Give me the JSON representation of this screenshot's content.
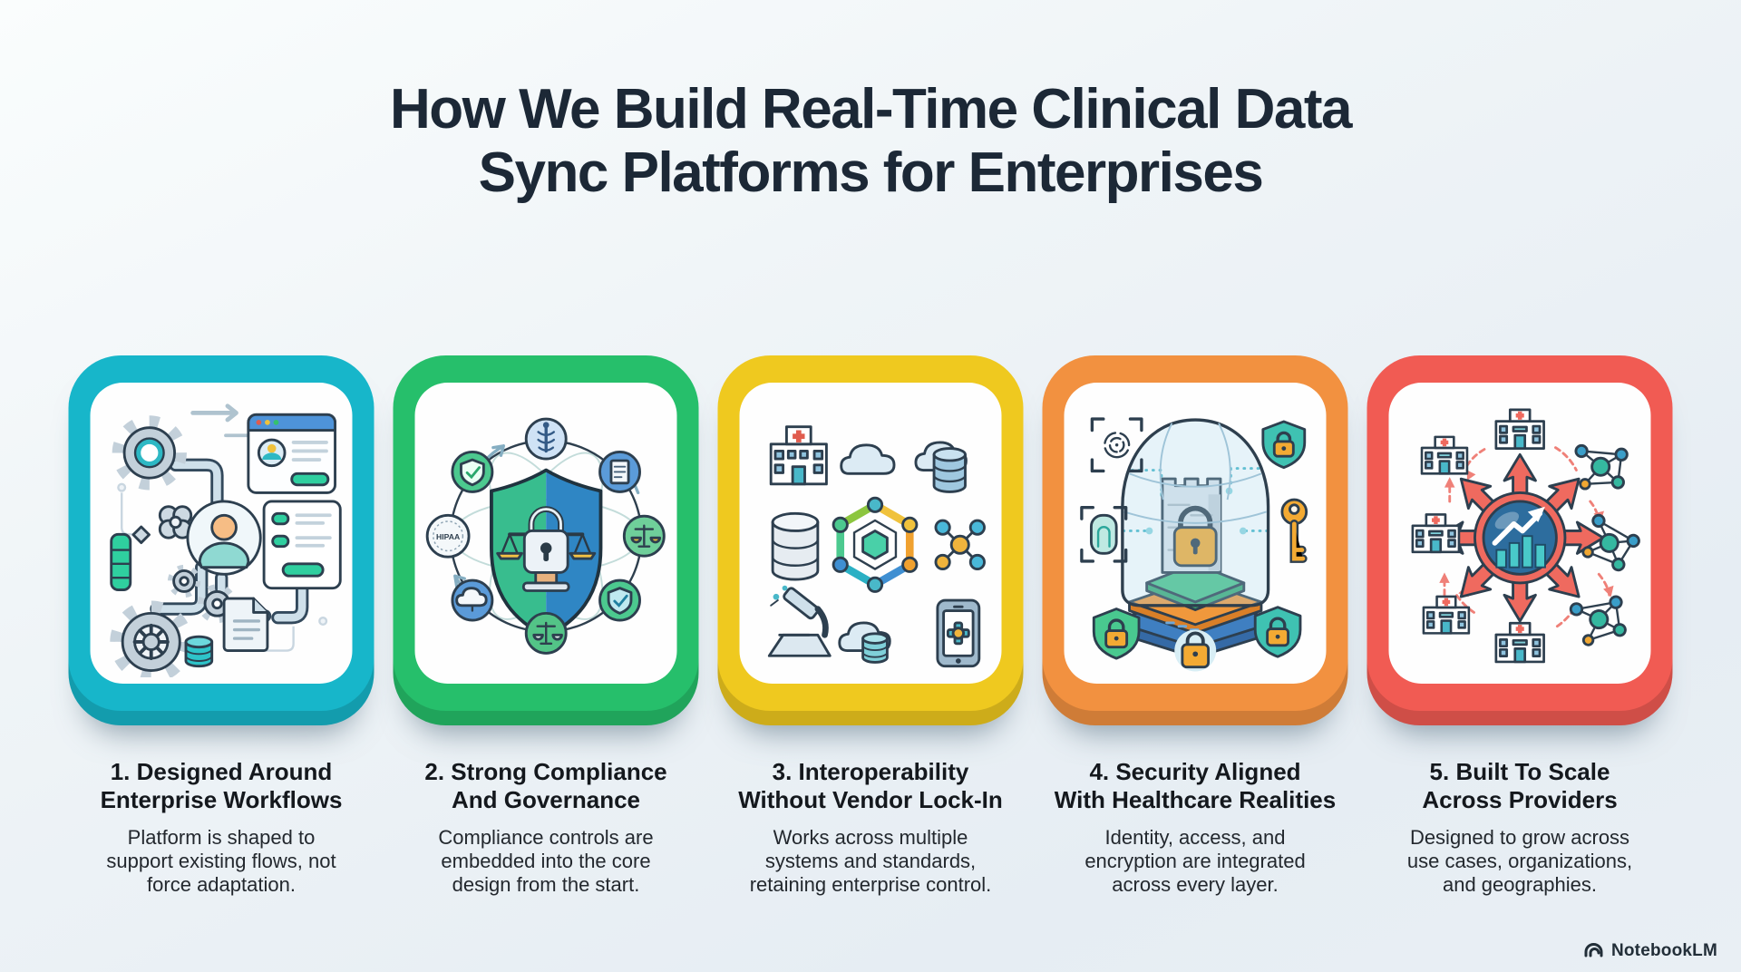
{
  "title": {
    "lines": [
      "How We Build Real-Time Clinical Data",
      "Sync Platforms for Enterprises"
    ]
  },
  "watermark": {
    "label": "NotebookLM",
    "icon": "notebooklm-logo-icon"
  },
  "colors": {
    "background_top": "#fafdfd",
    "background_bottom": "#e6edf3",
    "title_text": "#1c2836",
    "heading_text": "#14181d",
    "body_text": "#23282e"
  },
  "cards": [
    {
      "number": "1",
      "accent": "#17b6ca",
      "heading_lines": [
        "1. Designed Around",
        "Enterprise Workflows"
      ],
      "description_lines": [
        "Platform is shaped to",
        "support existing flows, not",
        "force adaptation."
      ],
      "illustration": "enterprise-workflows-illustration",
      "icons": [
        "gear-icon",
        "pipeline-icon",
        "user-avatar-icon",
        "browser-window-icon",
        "checklist-panel-icon",
        "document-icon",
        "database-icon"
      ]
    },
    {
      "number": "2",
      "accent": "#26bf6b",
      "heading_lines": [
        "2. Strong Compliance",
        "And Governance"
      ],
      "description_lines": [
        "Compliance controls are",
        "embedded into the core",
        "design from the start."
      ],
      "illustration": "compliance-governance-illustration",
      "badge_label": "HIPAA",
      "icons": [
        "shield-lock-scales-icon",
        "caduceus-badge-icon",
        "shield-check-badge-icon",
        "document-badge-icon",
        "hipaa-seal-icon",
        "scales-badge-icon",
        "cloud-badge-icon"
      ]
    },
    {
      "number": "3",
      "accent": "#efc91f",
      "heading_lines": [
        "3. Interoperability",
        "Without Vendor Lock-In"
      ],
      "description_lines": [
        "Works across multiple",
        "systems and standards,",
        "retaining enterprise control."
      ],
      "illustration": "interoperability-illustration",
      "icons": [
        "hospital-icon",
        "cloud-icon",
        "cloud-database-icon",
        "database-icon",
        "hexagon-network-icon",
        "molecule-icon",
        "microscope-icon",
        "smartphone-health-icon"
      ]
    },
    {
      "number": "4",
      "accent": "#f29140",
      "heading_lines": [
        "4. Security Aligned",
        "With Healthcare Realities"
      ],
      "description_lines": [
        "Identity, access, and",
        "encryption are integrated",
        "across every layer."
      ],
      "illustration": "security-layers-illustration",
      "icons": [
        "fingerprint-icon",
        "glass-dome-icon",
        "castle-tower-icon",
        "padlock-icon",
        "layered-platform-icon",
        "shield-lock-icon",
        "biometric-scanner-icon",
        "key-icon"
      ]
    },
    {
      "number": "5",
      "accent": "#f15b53",
      "heading_lines": [
        "5. Built To Scale",
        "Across Providers"
      ],
      "description_lines": [
        "Designed to grow across",
        "use cases, organizations,",
        "and geographies."
      ],
      "illustration": "scale-across-providers-illustration",
      "icons": [
        "growth-chart-hub-icon",
        "radiating-arrows-icon",
        "hospital-icon",
        "network-cluster-icon"
      ]
    }
  ]
}
